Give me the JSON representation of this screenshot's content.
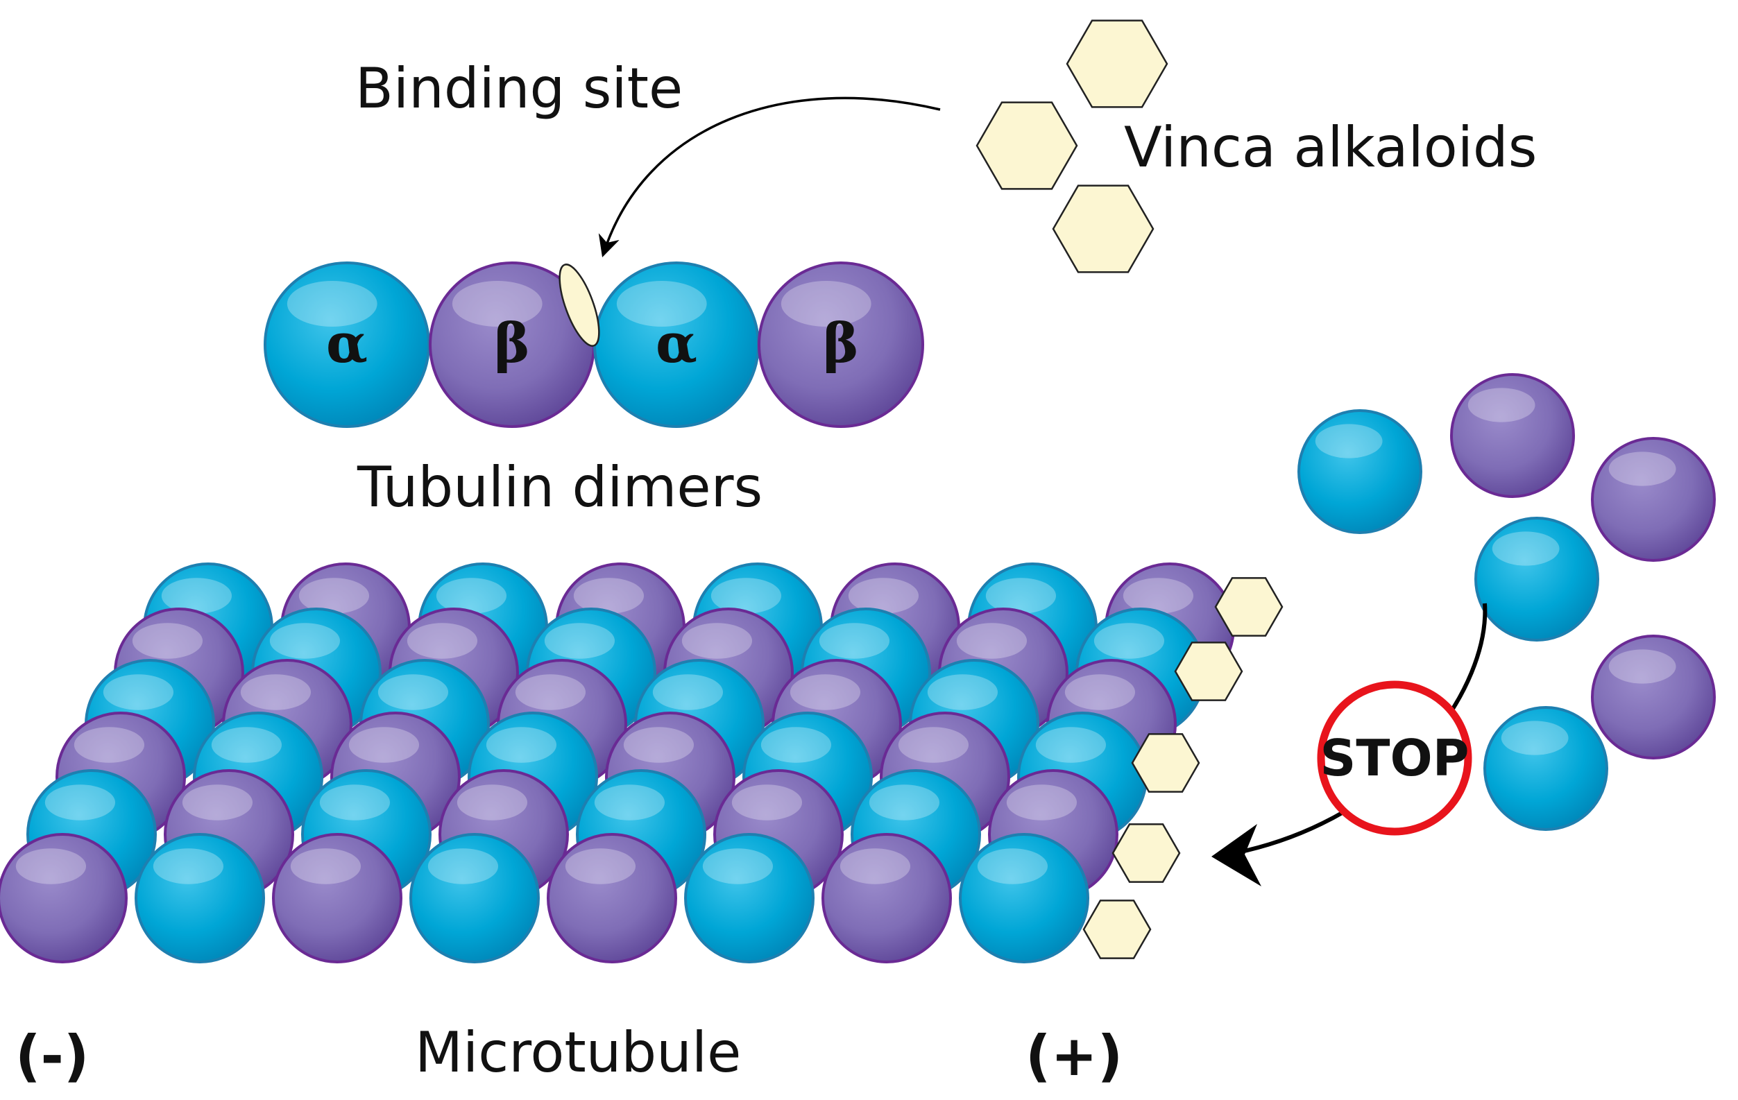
{
  "labels": {
    "binding_site": "Binding site",
    "vinca_alkaloids": "Vinca alkaloids",
    "tubulin_dimers": "Tubulin dimers",
    "microtubule": "Microtubule",
    "minus_end": "(-)",
    "plus_end": "(+)",
    "stop": "STOP"
  },
  "dimer_subunits": [
    {
      "symbol": "α",
      "kind": "alpha"
    },
    {
      "symbol": "β",
      "kind": "beta"
    },
    {
      "symbol": "α",
      "kind": "alpha"
    },
    {
      "symbol": "β",
      "kind": "beta"
    }
  ],
  "colors": {
    "alpha_tubulin": "#00A6D6",
    "beta_tubulin": "#7F6DB6",
    "alpha_outline": "#1E7FB0",
    "beta_outline": "#6A2A94",
    "vinca_fill": "#FCF6D2",
    "vinca_outline": "#222222",
    "stop_ring": "#E8141C",
    "arrow": "#000000",
    "background": "#FFFFFF"
  }
}
